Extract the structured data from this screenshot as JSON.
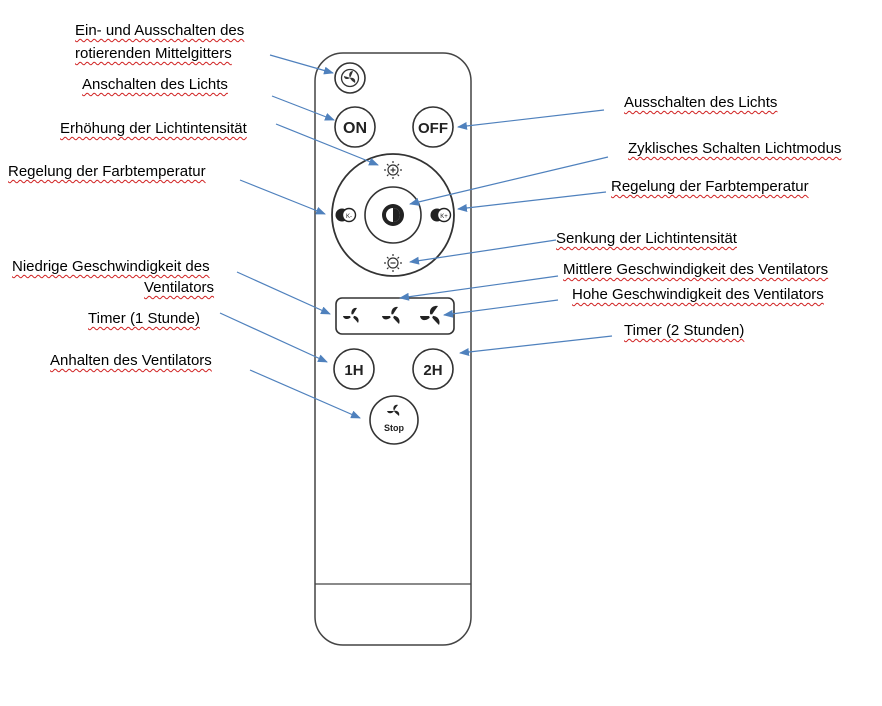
{
  "labels": {
    "rotate_grid": [
      "Ein- und Ausschalten des",
      "rotierenden Mittelgitters"
    ],
    "light_on": "Anschalten des Lichts",
    "brightness_up": "Erhöhung der Lichtintensität",
    "color_temp_left": "Regelung der Farbtemperatur",
    "fan_low": [
      "Niedrige Geschwindigkeit des",
      "Ventilators"
    ],
    "timer_1h": "Timer (1 Stunde)",
    "fan_stop": "Anhalten des Ventilators",
    "light_off": "Ausschalten des Lichts",
    "cycle_mode": "Zyklisches Schalten Lichtmodus",
    "color_temp_right": "Regelung der Farbtemperatur",
    "brightness_down": "Senkung der Lichtintensität",
    "fan_medium": "Mittlere Geschwindigkeit des Ventilators",
    "fan_high": "Hohe Geschwindigkeit des Ventilators",
    "timer_2h": "Timer (2 Stunden)"
  },
  "buttons": {
    "on": "ON",
    "off": "OFF",
    "h1": "1H",
    "h2": "2H",
    "stop": "Stop"
  },
  "colors": {
    "arrow": "#4f81bd",
    "outline": "#333333",
    "squiggle": "#d02020"
  }
}
